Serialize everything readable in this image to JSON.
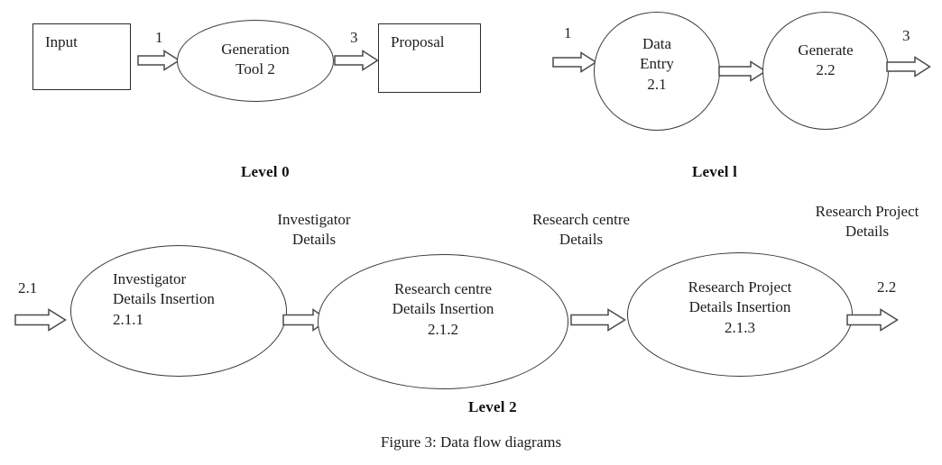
{
  "figure": {
    "caption": "Figure 3: Data flow diagrams"
  },
  "level0": {
    "label": "Level 0",
    "source_entity": "Input",
    "process": "Generation\nTool 2",
    "sink_entity": "Proposal",
    "flow_in_label": "1",
    "flow_out_label": "3"
  },
  "level1": {
    "label": "Level l",
    "process_1": "Data\nEntry\n2.1",
    "process_2": "Generate\n2.2",
    "flow_in_label": "1",
    "flow_out_label": "3"
  },
  "level2": {
    "label": "Level 2",
    "flow_in_label": "2.1",
    "flow_out_label": "2.2",
    "process_1": "Investigator\nDetails Insertion\n2.1.1",
    "process_2": "Research centre\nDetails Insertion\n2.1.2",
    "process_3": "Research Project\nDetails Insertion\n2.1.3",
    "flow_label_1": "Investigator\nDetails",
    "flow_label_2": "Research centre\nDetails",
    "flow_label_3": "Research Project\nDetails"
  },
  "colors": {
    "stroke": "#3a3a3a",
    "box_stroke": "#2b2b2b",
    "text": "#1d1d1d",
    "background": "#ffffff"
  }
}
